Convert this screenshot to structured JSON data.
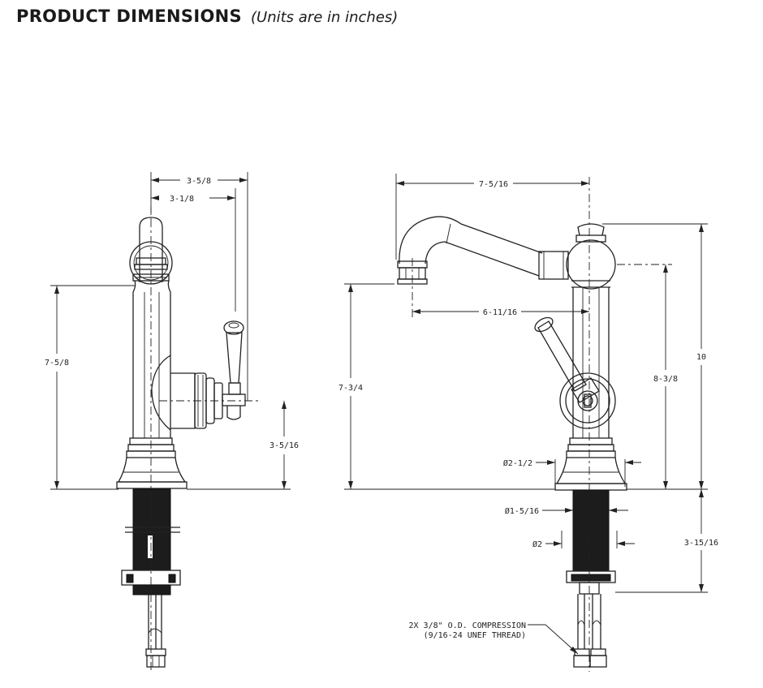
{
  "header": {
    "title": "PRODUCT DIMENSIONS",
    "units_note": "(Units are in inches)"
  },
  "side_view": {
    "top_width_outer": "3-5/8",
    "top_width_inner": "3-1/8",
    "body_height": "7-5/8",
    "handle_height": "3-5/16"
  },
  "front_view": {
    "spout_reach": "7-5/16",
    "spout_outlet_offset": "6-11/16",
    "overall_height": "10",
    "spout_height": "7-3/4",
    "hub_height": "8-3/8",
    "base_diameter": "Ø2-1/2",
    "shank_diameter": "Ø1-5/16",
    "hole_diameter": "Ø2",
    "shank_length": "3-15/16",
    "connection_note_line1": "2X 3/8\" O.D. COMPRESSION",
    "connection_note_line2": "(9/16-24 UNEF THREAD)"
  }
}
